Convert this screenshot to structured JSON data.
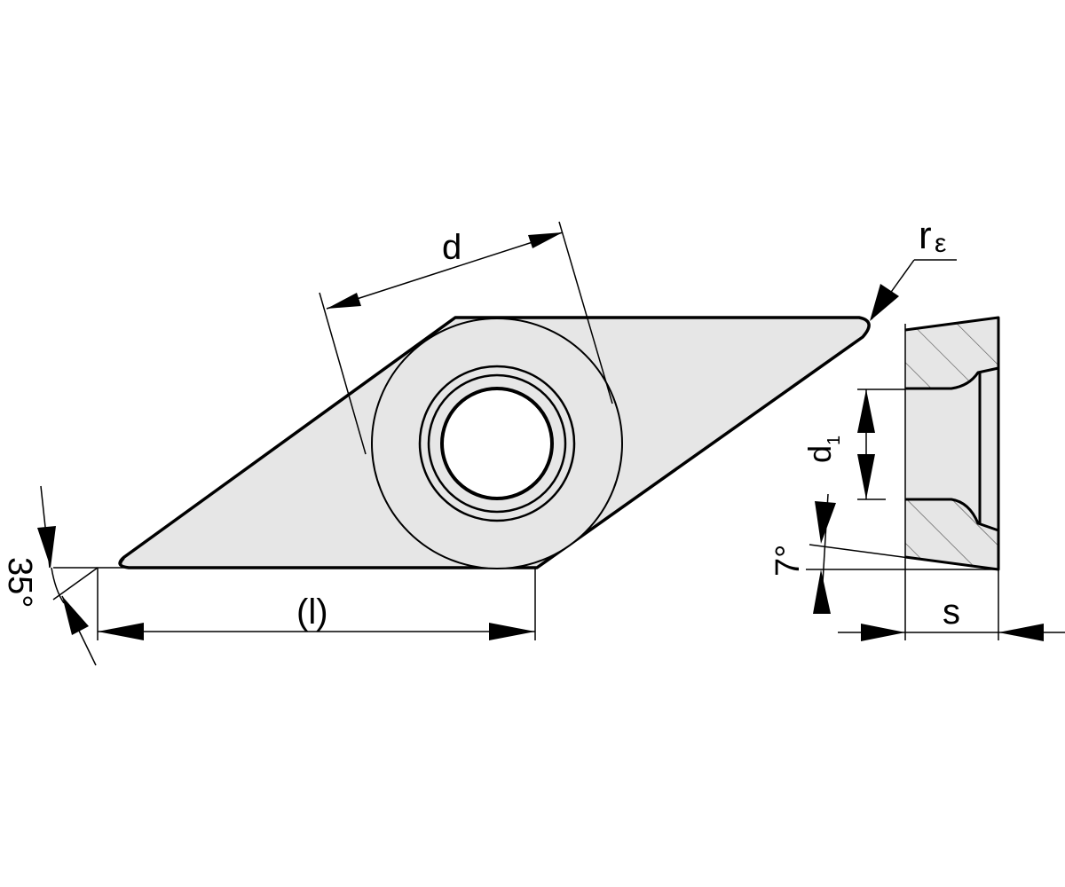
{
  "title": "Cutting insert VC.. dimensional drawing",
  "colors": {
    "fill": "#e6e6e6",
    "line": "#000000",
    "background": "#ffffff"
  },
  "labels": {
    "d": "d",
    "l": "(l)",
    "angle_35": "35°",
    "r_eps_r": "r",
    "r_eps_sub": "ε",
    "d1_d": "d",
    "d1_sub": "1",
    "angle_7": "7°",
    "s": "s"
  }
}
